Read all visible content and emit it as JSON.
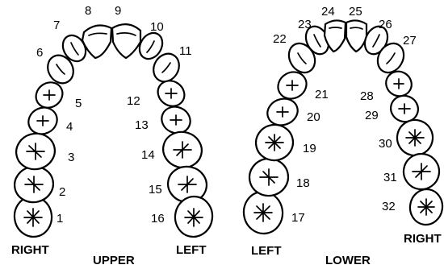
{
  "upper": {
    "title": "UPPER",
    "side_left": "RIGHT",
    "side_right": "LEFT",
    "teeth": [
      "1",
      "2",
      "3",
      "4",
      "5",
      "6",
      "7",
      "8",
      "9",
      "10",
      "11",
      "12",
      "13",
      "14",
      "15",
      "16"
    ]
  },
  "lower": {
    "title": "LOWER",
    "side_left": "LEFT",
    "side_right": "RIGHT",
    "teeth": [
      "17",
      "18",
      "19",
      "20",
      "21",
      "22",
      "23",
      "24",
      "25",
      "26",
      "27",
      "28",
      "29",
      "30",
      "31",
      "32"
    ]
  },
  "colors": {
    "ink": "#000000",
    "background": "#ffffff"
  }
}
